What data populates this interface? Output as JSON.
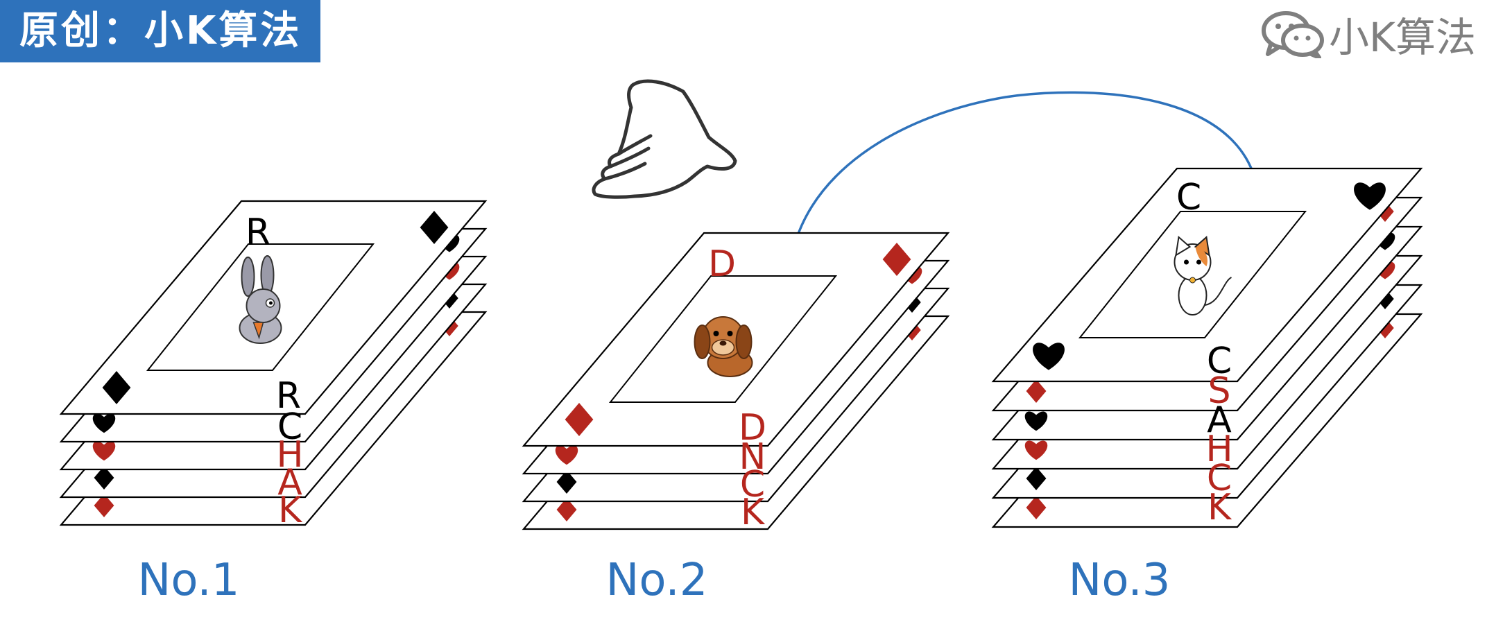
{
  "header": {
    "banner": "原创：小K算法",
    "brand_name": "小K算法",
    "brand_icon": "wechat-icon"
  },
  "colors": {
    "accent_blue": "#2e72bb",
    "card_red": "#b5261e",
    "card_black": "#000000",
    "brand_gray": "#7f7f7f"
  },
  "stacks": [
    {
      "label": "No.1",
      "top_card": {
        "letter": "R",
        "letter_color": "black",
        "suit": "diamond",
        "suit_color": "black",
        "picture": "rabbit-icon"
      },
      "lower_cards": [
        {
          "letter": "C",
          "letter_color": "black",
          "suit": "heart",
          "suit_color": "black"
        },
        {
          "letter": "H",
          "letter_color": "red",
          "suit": "heart",
          "suit_color": "red"
        },
        {
          "letter": "A",
          "letter_color": "red",
          "suit": "diamond",
          "suit_color": "black"
        },
        {
          "letter": "K",
          "letter_color": "red",
          "suit": "diamond",
          "suit_color": "red"
        }
      ]
    },
    {
      "label": "No.2",
      "top_card": {
        "letter": "D",
        "letter_color": "red",
        "suit": "diamond",
        "suit_color": "red",
        "picture": "dog-icon"
      },
      "lower_cards": [
        {
          "letter": "N",
          "letter_color": "red",
          "suit": "heart",
          "suit_color": "red"
        },
        {
          "letter": "C",
          "letter_color": "red",
          "suit": "diamond",
          "suit_color": "black"
        },
        {
          "letter": "K",
          "letter_color": "red",
          "suit": "diamond",
          "suit_color": "red"
        }
      ]
    },
    {
      "label": "No.3",
      "top_card": {
        "letter": "C",
        "letter_color": "black",
        "suit": "heart",
        "suit_color": "black",
        "picture": "cat-icon"
      },
      "lower_cards": [
        {
          "letter": "S",
          "letter_color": "red",
          "suit": "diamond",
          "suit_color": "red"
        },
        {
          "letter": "A",
          "letter_color": "black",
          "suit": "heart",
          "suit_color": "black"
        },
        {
          "letter": "H",
          "letter_color": "red",
          "suit": "heart",
          "suit_color": "red"
        },
        {
          "letter": "C",
          "letter_color": "red",
          "suit": "diamond",
          "suit_color": "black"
        },
        {
          "letter": "K",
          "letter_color": "red",
          "suit": "diamond",
          "suit_color": "red"
        }
      ]
    }
  ],
  "annotations": {
    "hand": "hand-pointing-icon",
    "arrow": "curved-arrow-from-stack-3-to-stack-2"
  }
}
